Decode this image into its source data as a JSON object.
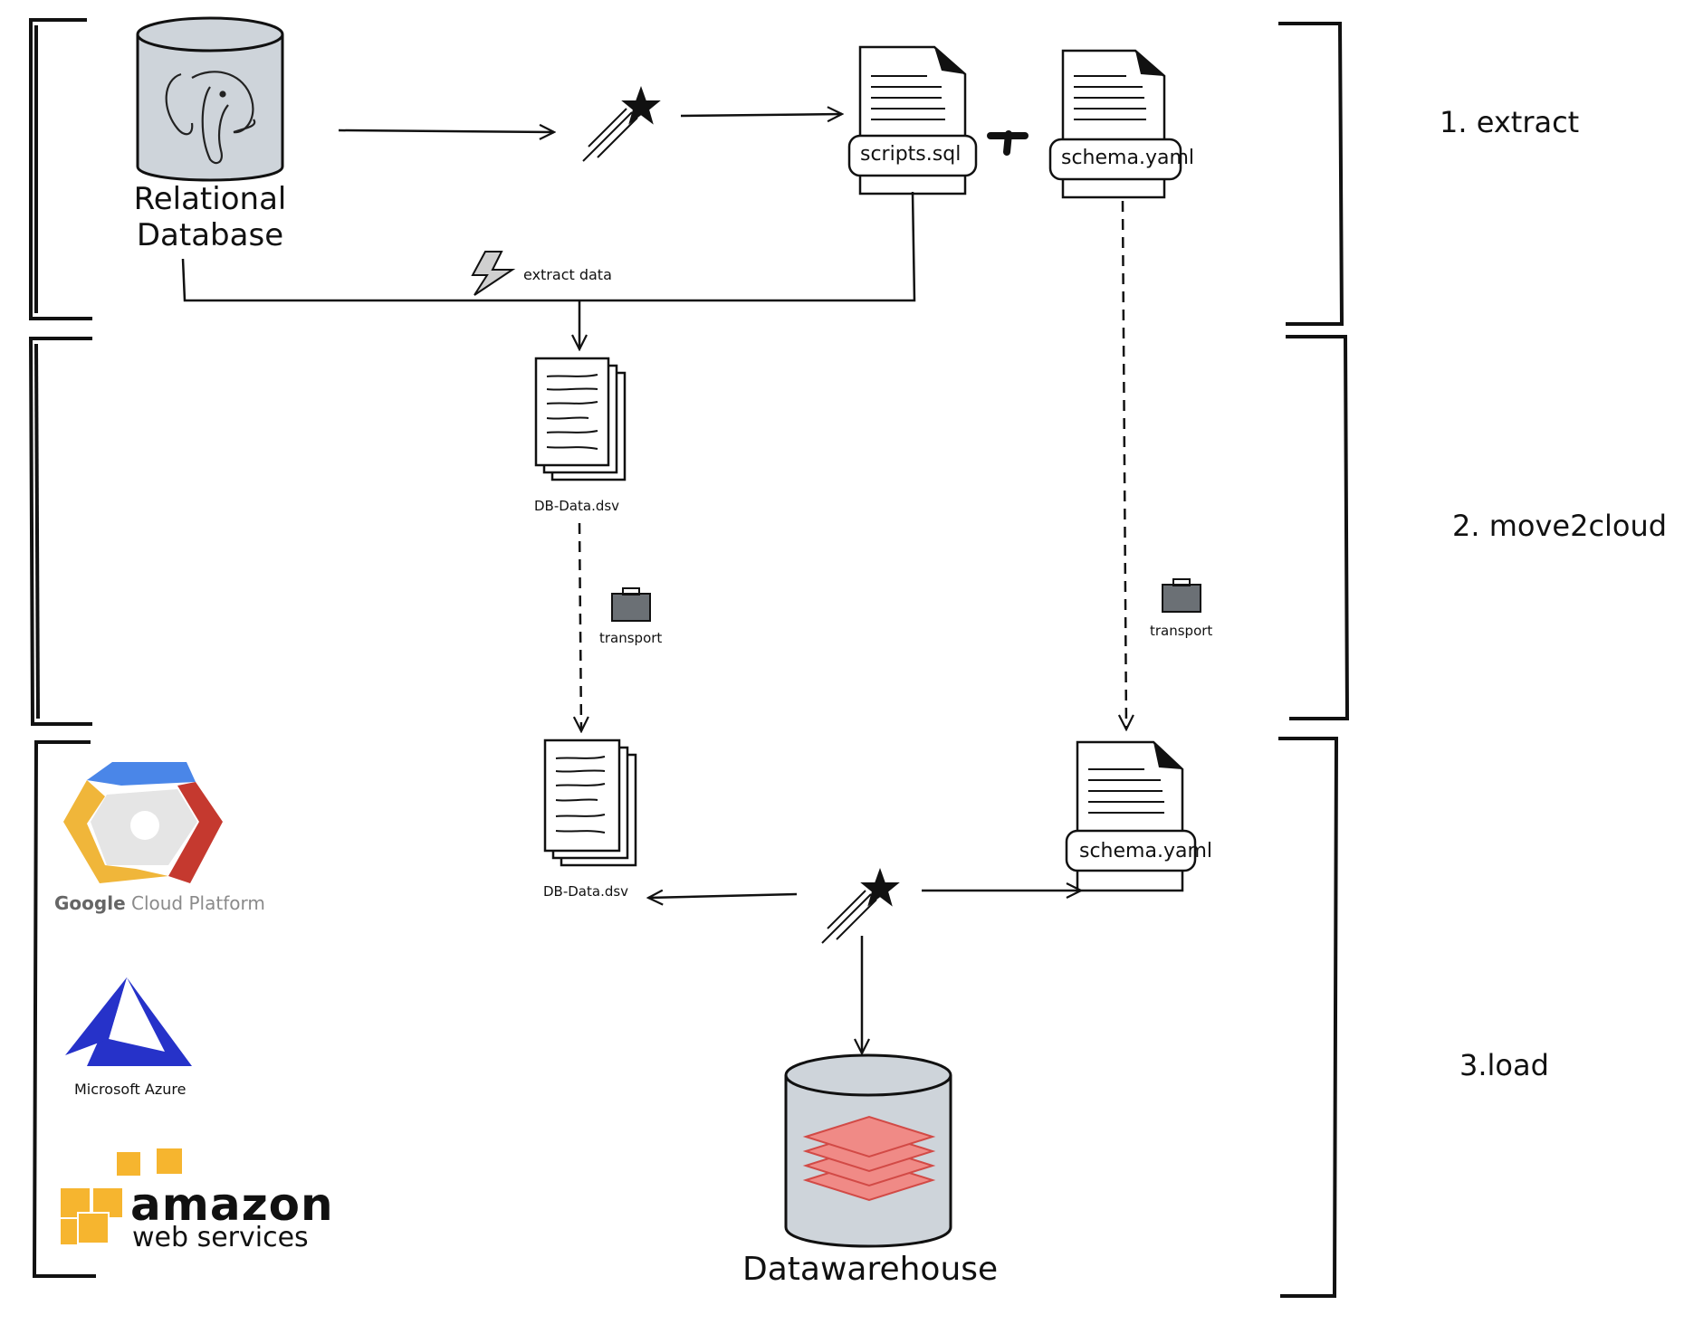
{
  "phases": {
    "extract": "1. extract",
    "move2cloud": "2. move2cloud",
    "load": "3.load"
  },
  "source_db": {
    "label_line1": "Relational",
    "label_line2": "Database",
    "icon": "postgresql-elephant-icon"
  },
  "files": {
    "scripts": "scripts.sql",
    "schema_top": "schema.yaml",
    "schema_bottom": "schema.yaml",
    "data_top": "DB-Data.dsv",
    "data_bottom": "DB-Data.dsv"
  },
  "edges": {
    "extract_data": "extract data",
    "transport_left": "transport",
    "transport_right": "transport"
  },
  "warehouse": {
    "label": "Datawarehouse",
    "icon": "layers-icon"
  },
  "providers": {
    "gcp_google": "Google",
    "gcp_rest": "Cloud Platform",
    "azure": "Microsoft Azure",
    "aws_line1": "amazon",
    "aws_line2": "web services"
  },
  "colors": {
    "stroke": "#111111",
    "db_fill": "#ced4da",
    "briefcase": "#6b7075",
    "gcp_blue": "#4a86e8",
    "gcp_red": "#c5392f",
    "gcp_yellow": "#f0b63a",
    "azure_blue": "#2632c9",
    "aws_orange": "#f6b52f",
    "layer_fill": "#f08a86",
    "layer_stroke": "#d24a46"
  }
}
